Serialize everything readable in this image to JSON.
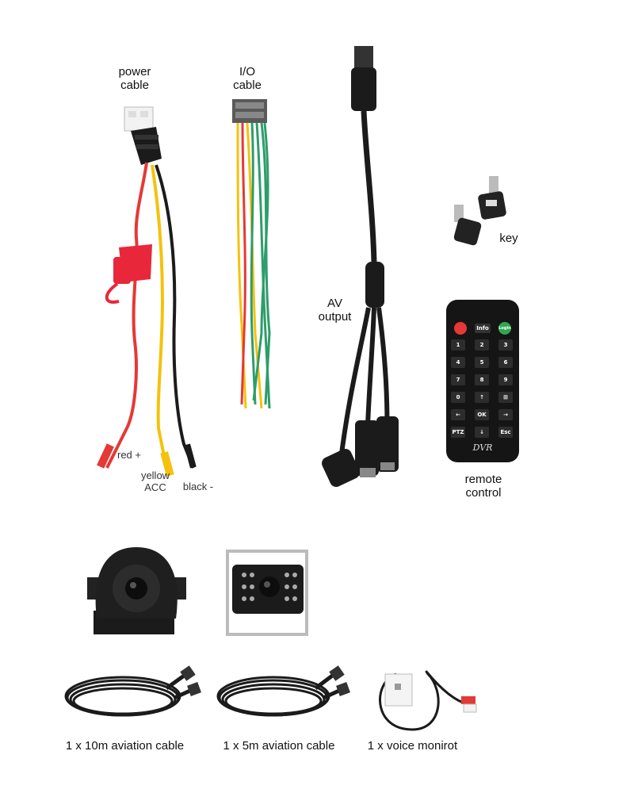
{
  "labels": {
    "power_cable": "power\ncable",
    "io_cable": "I/O\ncable",
    "av_output": "AV\noutput",
    "key": "key",
    "remote_control": "remote\ncontrol",
    "red": "red +",
    "yellow": "yellow\nACC",
    "black": "black -"
  },
  "captions": {
    "cable_10m": "1 x 10m aviation cable",
    "cable_5m": "1 x 5m aviation cable",
    "voice_monitor": "1 x voice monirot"
  },
  "remote": {
    "brand": "DVR",
    "keys": [
      [
        "Info",
        "Login"
      ],
      [
        "1",
        "2",
        "3"
      ],
      [
        "4",
        "5",
        "6"
      ],
      [
        "7",
        "8",
        "9"
      ],
      [
        "0",
        "↑",
        "⊞"
      ],
      [
        "←",
        "OK",
        "→"
      ],
      [
        "PTZ",
        "↓",
        "Esc"
      ]
    ]
  },
  "colors": {
    "wire_red": "#e53935",
    "wire_yellow": "#f4c20d",
    "wire_green": "#2e9d6a",
    "body_black": "#1b1b1b",
    "power_button": "#e53935",
    "login_button": "#2fa84f"
  }
}
